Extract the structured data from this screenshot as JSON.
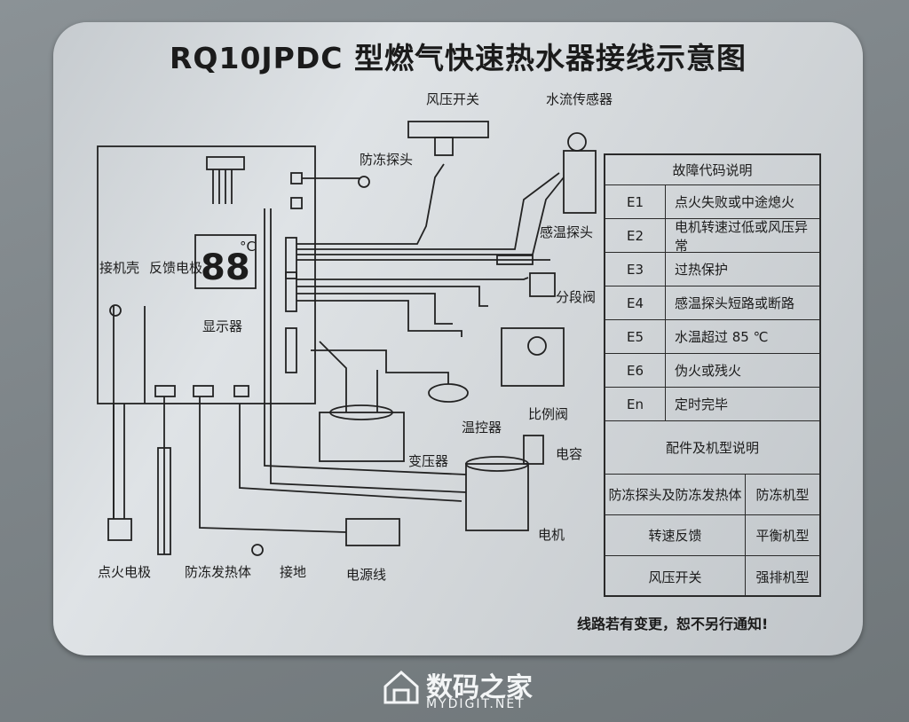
{
  "title": "RQ10JPDC 型燃气快速热水器接线示意图",
  "labels": {
    "wind_pressure_switch": "风压开关",
    "water_flow_sensor": "水流传感器",
    "antifreeze_probe": "防冻探头",
    "temp_probe": "感温探头",
    "section_valve": "分段阀",
    "ground_shell": "接机壳",
    "feedback_electrode": "反馈电极",
    "display": "显示器",
    "display_digits": "88",
    "display_unit": "°C",
    "thermostat": "温控器",
    "proportional_valve": "比例阀",
    "transformer": "变压器",
    "capacitor": "电容",
    "motor": "电机",
    "ignition_electrode": "点火电极",
    "antifreeze_heater": "防冻发热体",
    "ground": "接地",
    "power_cord": "电源线"
  },
  "fault_table": {
    "header": "故障代码说明",
    "rows": [
      {
        "code": "E1",
        "desc": "点火失败或中途熄火"
      },
      {
        "code": "E2",
        "desc": "电机转速过低或风压异常"
      },
      {
        "code": "E3",
        "desc": "过热保护"
      },
      {
        "code": "E4",
        "desc": "感温探头短路或断路"
      },
      {
        "code": "E5",
        "desc": "水温超过 85 ℃"
      },
      {
        "code": "E6",
        "desc": "伪火或残火"
      },
      {
        "code": "En",
        "desc": "定时完毕"
      }
    ]
  },
  "parts_table": {
    "header": "配件及机型说明",
    "rows": [
      {
        "part": "防冻探头及防冻发热体",
        "model": "防冻机型"
      },
      {
        "part": "转速反馈",
        "model": "平衡机型"
      },
      {
        "part": "风压开关",
        "model": "强排机型"
      }
    ]
  },
  "footer_note": "线路若有变更，恕不另行通知!",
  "watermark": {
    "cn": "数码之家",
    "en": "MYDIGIT.NET"
  }
}
